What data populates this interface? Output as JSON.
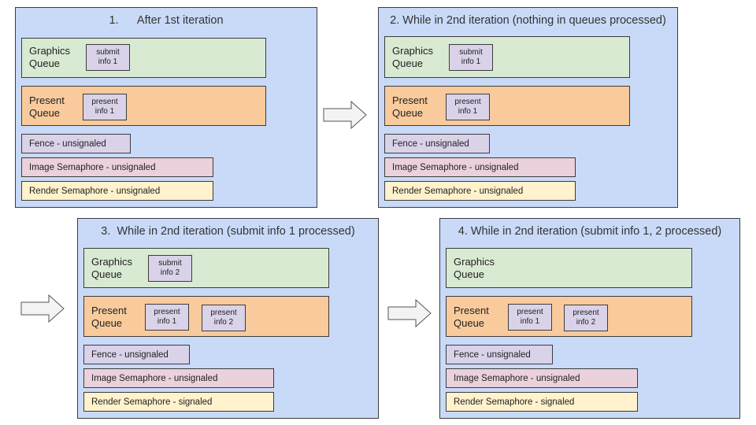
{
  "panels": [
    {
      "title": "1.      After 1st iteration",
      "graphics_queue": {
        "label_line1": "Graphics",
        "label_line2": "Queue",
        "items": [
          {
            "line1": "submit",
            "line2": "info 1"
          }
        ]
      },
      "present_queue": {
        "label_line1": "Present",
        "label_line2": "Queue",
        "items": [
          {
            "line1": "present",
            "line2": "info 1"
          }
        ]
      },
      "fence": "Fence - unsignaled",
      "image_semaphore": "Image Semaphore - unsignaled",
      "render_semaphore": "Render Semaphore - unsignaled"
    },
    {
      "title": "2. While in 2nd iteration (nothing in queues processed)",
      "graphics_queue": {
        "label_line1": "Graphics",
        "label_line2": "Queue",
        "items": [
          {
            "line1": "submit",
            "line2": "info 1"
          }
        ]
      },
      "present_queue": {
        "label_line1": "Present",
        "label_line2": "Queue",
        "items": [
          {
            "line1": "present",
            "line2": "info 1"
          }
        ]
      },
      "fence": "Fence - unsignaled",
      "image_semaphore": "Image Semaphore - unsignaled",
      "render_semaphore": "Render Semaphore - unsignaled"
    },
    {
      "title": "3.  While in 2nd iteration (submit info 1 processed)",
      "graphics_queue": {
        "label_line1": "Graphics",
        "label_line2": "Queue",
        "items": [
          {
            "line1": "submit",
            "line2": "info 2"
          }
        ]
      },
      "present_queue": {
        "label_line1": "Present",
        "label_line2": "Queue",
        "items": [
          {
            "line1": "present",
            "line2": "info 1"
          },
          {
            "line1": "present",
            "line2": "info 2"
          }
        ]
      },
      "fence": "Fence - unsignaled",
      "image_semaphore": "Image Semaphore - unsignaled",
      "render_semaphore": "Render Semaphore - signaled"
    },
    {
      "title": "4. While in 2nd iteration (submit info 1, 2 processed)",
      "graphics_queue": {
        "label_line1": "Graphics",
        "label_line2": "Queue",
        "items": []
      },
      "present_queue": {
        "label_line1": "Present",
        "label_line2": "Queue",
        "items": [
          {
            "line1": "present",
            "line2": "info 1"
          },
          {
            "line1": "present",
            "line2": "info 2"
          }
        ]
      },
      "fence": "Fence - unsignaled",
      "image_semaphore": "Image Semaphore - unsignaled",
      "render_semaphore": "Render Semaphore - signaled"
    }
  ],
  "colors": {
    "panel": "#c9daf8",
    "graphics_queue": "#d9ead3",
    "present_queue": "#f9cb9c",
    "info_box": "#d9d2e9",
    "fence": "#d9d2e9",
    "image_semaphore": "#ead1dc",
    "render_semaphore": "#fff2cc",
    "arrow_fill": "#f3f3f3"
  }
}
